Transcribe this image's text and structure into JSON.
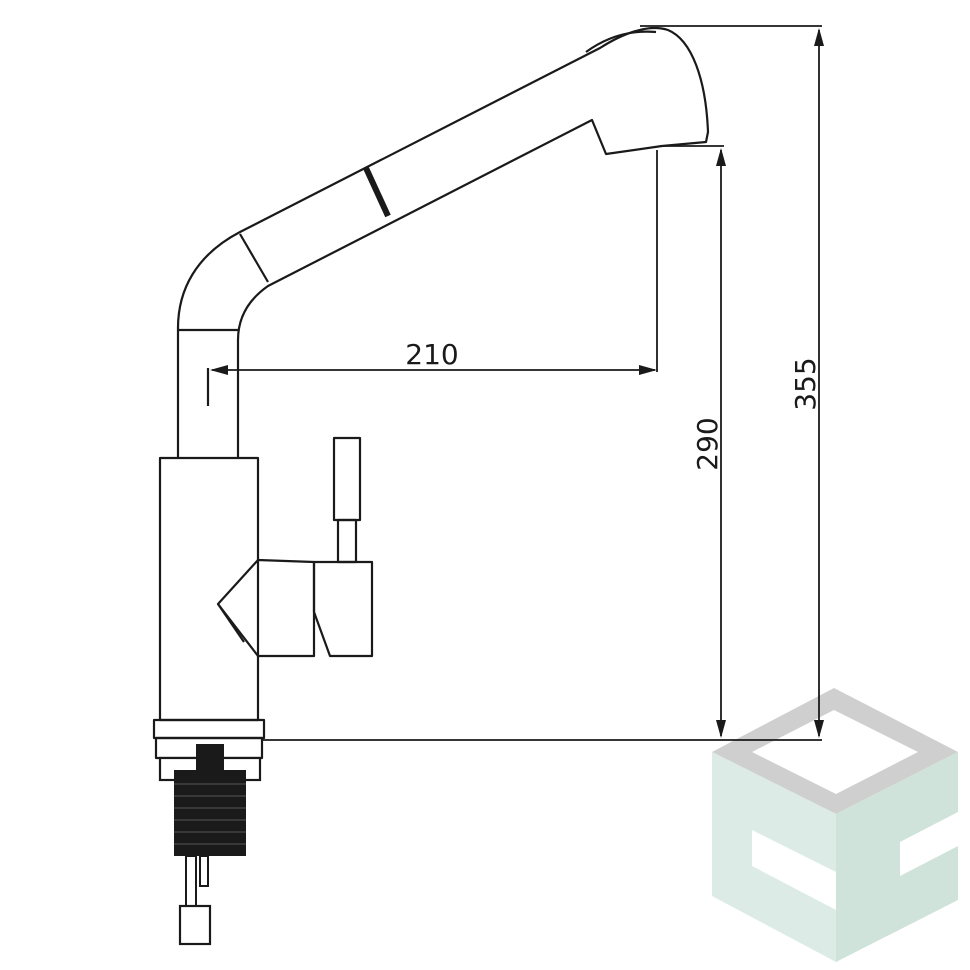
{
  "drawing": {
    "dimensions": {
      "spout_reach": "210",
      "spout_height": "290",
      "total_height": "355"
    }
  },
  "colors": {
    "line": "#1a1a1a",
    "dark_fill": "#1a1a1a",
    "logo_light": "#dcebe5",
    "logo_mid": "#cfe3db",
    "logo_gray": "#cfcfcf"
  }
}
